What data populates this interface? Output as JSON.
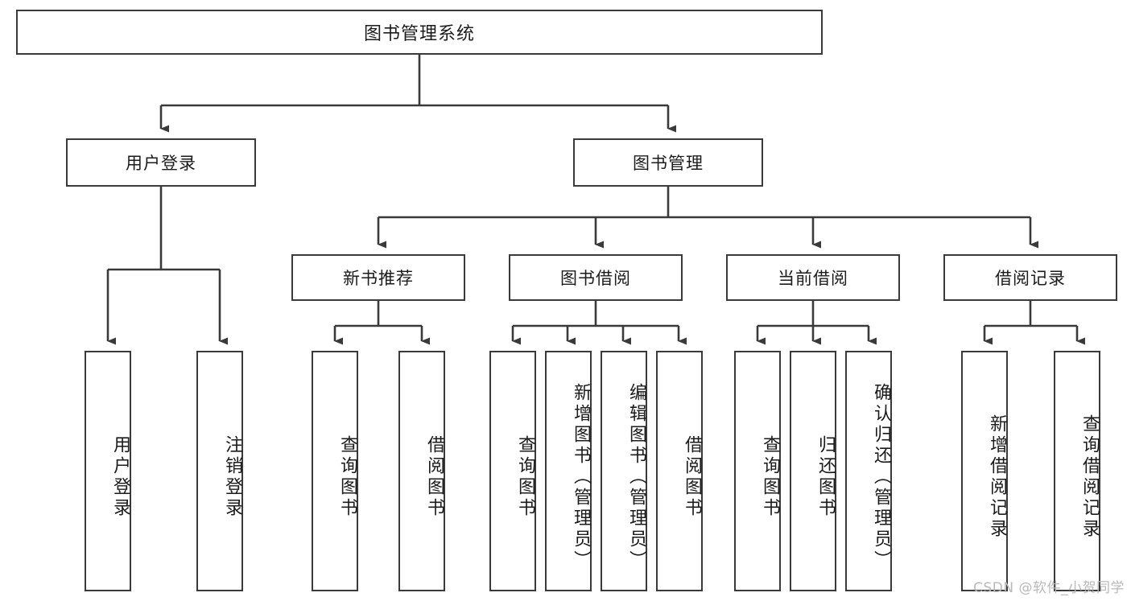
{
  "diagram": {
    "type": "tree",
    "title": "图书管理系统",
    "root": {
      "label": "图书管理系统"
    },
    "level1": [
      {
        "label": "用户登录"
      },
      {
        "label": "图书管理"
      }
    ],
    "level2": [
      {
        "label": "新书推荐"
      },
      {
        "label": "图书借阅"
      },
      {
        "label": "当前借阅"
      },
      {
        "label": "借阅记录"
      }
    ],
    "leaves": {
      "user_login": [
        {
          "label": "用户登录"
        },
        {
          "label": "注销登录"
        }
      ],
      "new_book": [
        {
          "label": "查询图书"
        },
        {
          "label": "借阅图书"
        }
      ],
      "book_borrow": [
        {
          "label": "查询图书"
        },
        {
          "label": "新增图书（管理员）"
        },
        {
          "label": "编辑图书（管理员）"
        },
        {
          "label": "借阅图书"
        }
      ],
      "current_borrow": [
        {
          "label": "查询图书"
        },
        {
          "label": "归还图书"
        },
        {
          "label": "确认归还（管理员）"
        }
      ],
      "borrow_record": [
        {
          "label": "新增借阅记录"
        },
        {
          "label": "查询借阅记录"
        }
      ]
    },
    "watermark": "CSDN @软件_小贺同学",
    "colors": {
      "stroke": "#3a3a3a",
      "fill": "#ffffff",
      "text": "#1b1b1b",
      "watermark": "#b9b9b9"
    }
  }
}
